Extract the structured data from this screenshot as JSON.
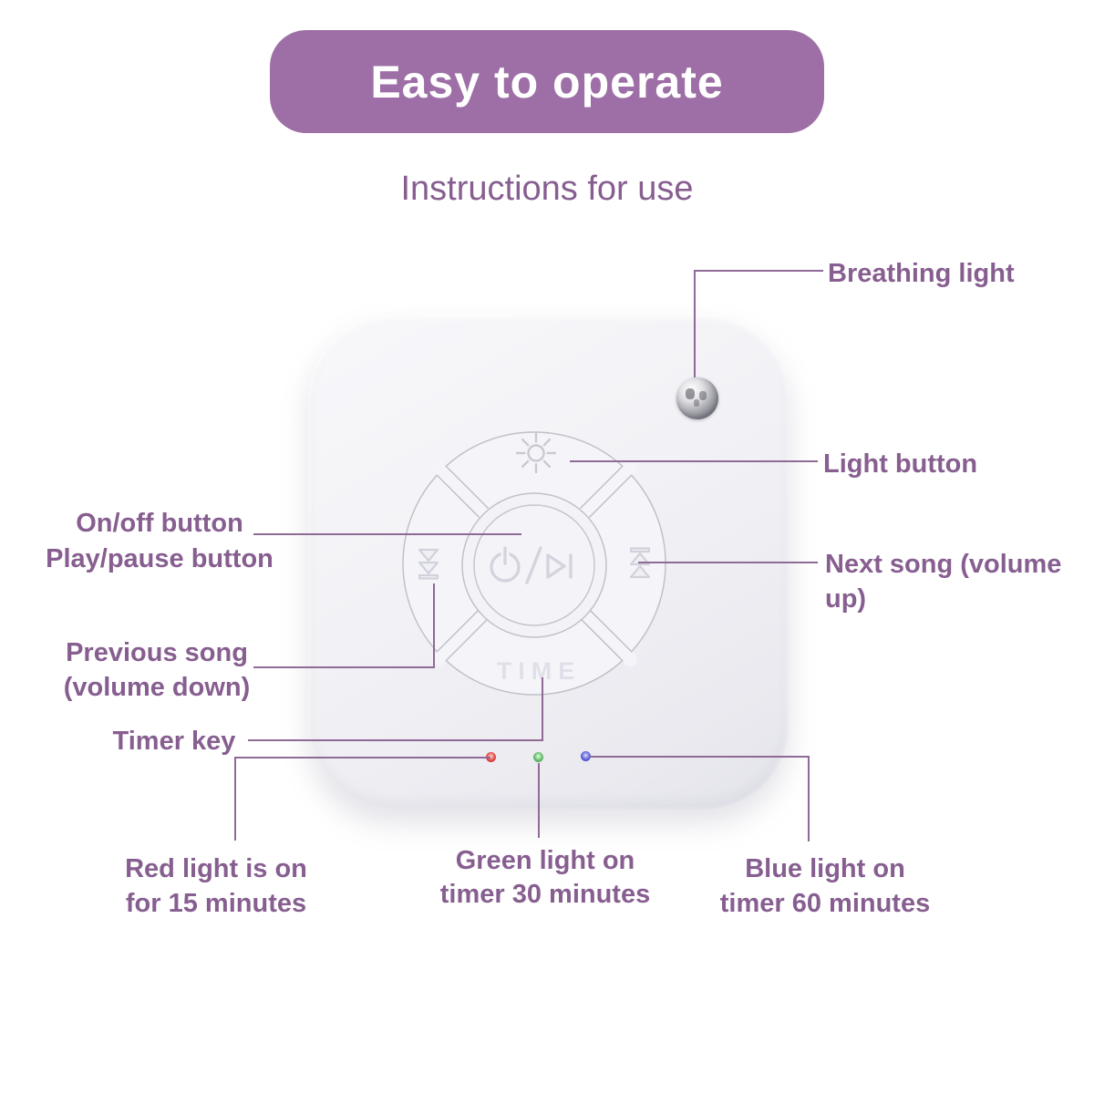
{
  "header": {
    "title": "Easy to operate",
    "subtitle": "Instructions for use"
  },
  "device": {
    "time_button_label": "TIME",
    "center_button_icon": "power-play-pause-icon",
    "top_button_icon": "light-sun-icon",
    "left_button_icon": "previous-song-icon",
    "right_button_icon": "next-song-icon",
    "indicator_leds": [
      "red",
      "green",
      "blue"
    ]
  },
  "labels": {
    "breathing_light": "Breathing light",
    "light_button": "Light button",
    "on_off_line1": "On/off button",
    "on_off_line2": "Play/pause button",
    "next_song": "Next song (volume up)",
    "previous_line1": "Previous song",
    "previous_line2": "(volume down)",
    "timer_key": "Timer key",
    "red_line1": "Red light is on",
    "red_line2": "for 15 minutes",
    "green_line1": "Green light on",
    "green_line2": "timer 30 minutes",
    "blue_line1": "Blue light on",
    "blue_line2": "timer 60 minutes"
  },
  "colors": {
    "banner": "#9e6fa6",
    "label": "#875e90",
    "line": "#8f6a97",
    "led_red": "#e2453f",
    "led_green": "#62b969",
    "led_blue": "#5a5fd9"
  }
}
